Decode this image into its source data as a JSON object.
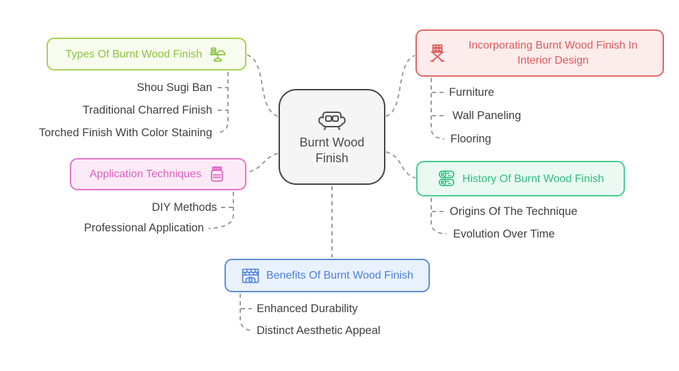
{
  "center": {
    "title": "Burnt Wood Finish",
    "icon": "sofa-icon"
  },
  "branches": [
    {
      "label": "Types Of Burnt Wood Finish",
      "icon": "wood-stand-icon",
      "accent": "#8cc43f",
      "children": [
        "Shou Sugi Ban",
        "Traditional Charred Finish",
        "Torched Finish With Color Staining"
      ]
    },
    {
      "label": "Application Techniques",
      "icon": "finish-jar-icon",
      "accent": "#de5fc2",
      "children": [
        "DIY Methods",
        "Professional Application"
      ]
    },
    {
      "label": "Benefits Of Burnt Wood Finish",
      "icon": "fireplace-icon",
      "accent": "#4a80d9",
      "children": [
        "Enhanced Durability",
        "Distinct Aesthetic Appeal"
      ]
    },
    {
      "label": "Incorporating Burnt Wood Finish In Interior Design",
      "icon": "director-chair-icon",
      "accent": "#dd5a5a",
      "children": [
        "Furniture",
        "Wall Paneling",
        "Flooring"
      ]
    },
    {
      "label": "History Of Burnt Wood Finish",
      "icon": "logs-icon",
      "accent": "#2ebd7c",
      "children": [
        "Origins Of The Technique",
        "Evolution Over Time"
      ]
    }
  ],
  "style": {
    "connector_color": "#9c9c9c",
    "center_border": "#424242",
    "center_bg": "#f5f5f5",
    "child_text_color": "#3f3f3f",
    "background": "#ffffff"
  }
}
